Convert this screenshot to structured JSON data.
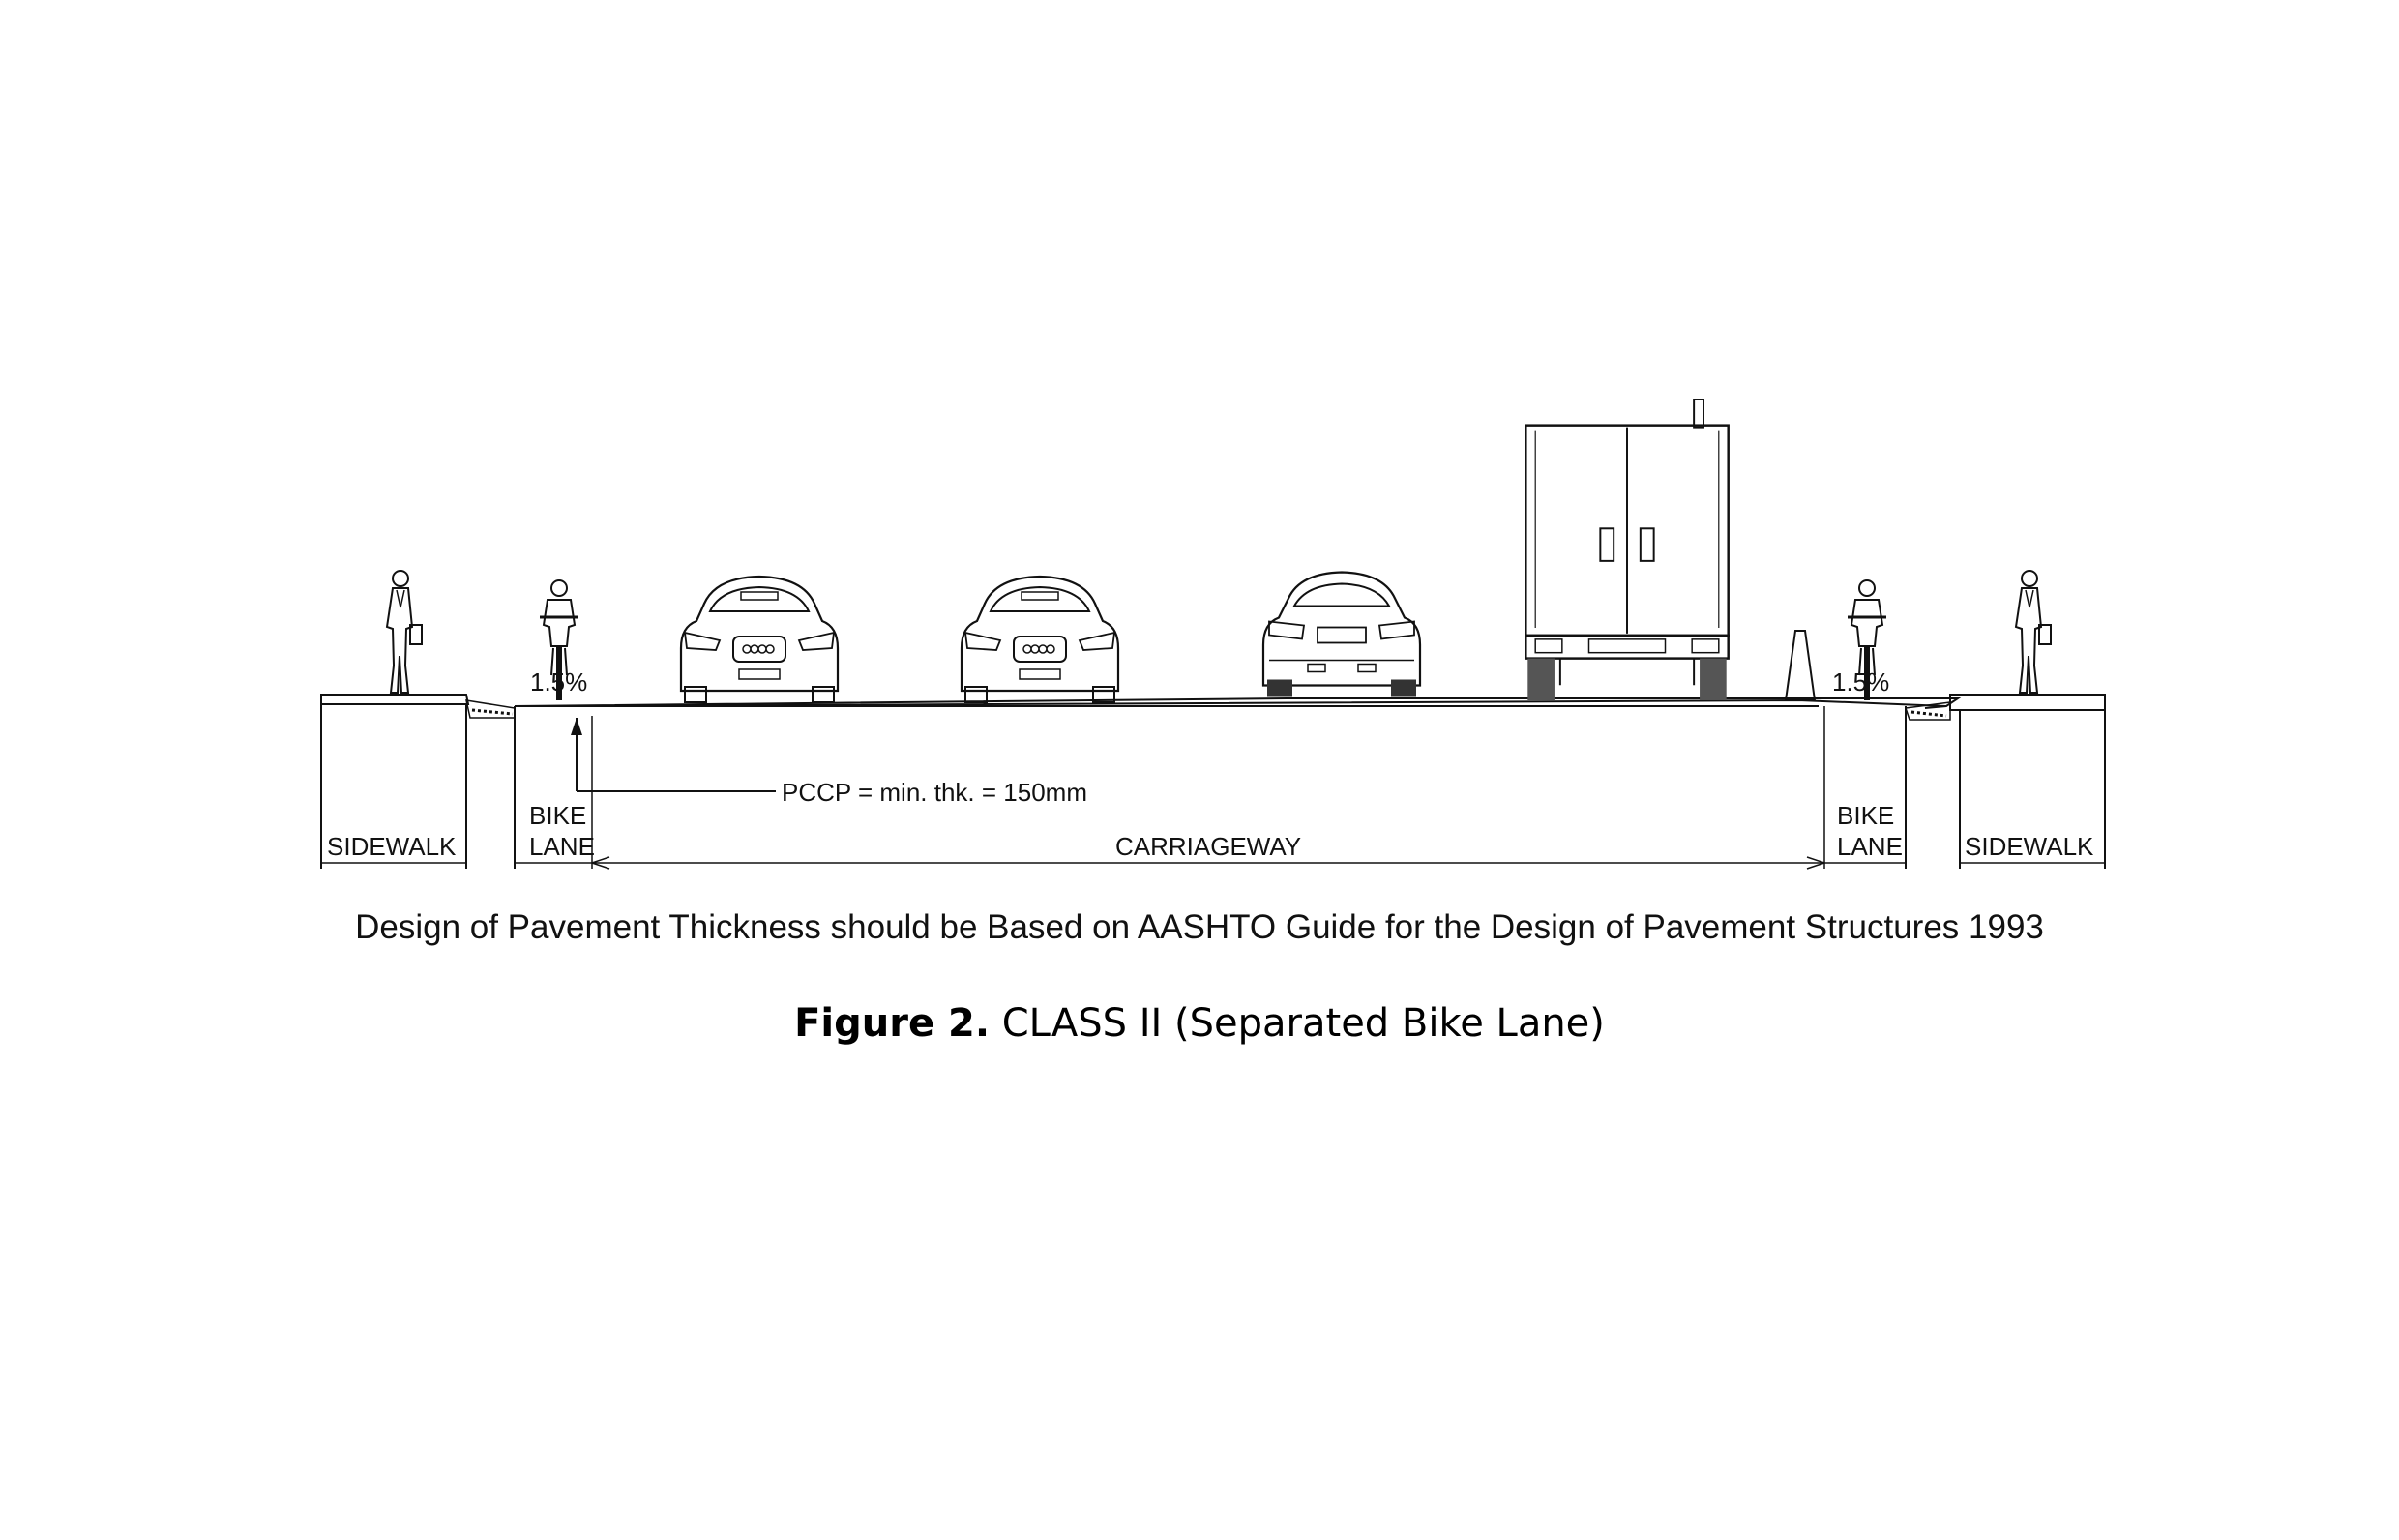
{
  "diagram": {
    "labels": {
      "sidewalk_left": "SIDEWALK",
      "bike_left_1": "BIKE",
      "bike_left_2": "LANE",
      "carriageway": "CARRIAGEWAY",
      "bike_right_1": "BIKE",
      "bike_right_2": "LANE",
      "sidewalk_right": "SIDEWALK",
      "slope_left": "1.5%",
      "slope_right": "1.5%",
      "pccp": "PCCP = min. thk. = 150mm"
    },
    "design_note": "Design of Pavement Thickness should be Based on AASHTO Guide for the Design of Pavement Structures 1993"
  },
  "figure": {
    "number": "Figure 2.",
    "caption": "CLASS II (Separated Bike Lane)"
  },
  "icons": [
    "pedestrian-icon",
    "cyclist-icon",
    "car-front-icon",
    "car-rear-icon",
    "truck-rear-icon",
    "traffic-cone-icon"
  ]
}
